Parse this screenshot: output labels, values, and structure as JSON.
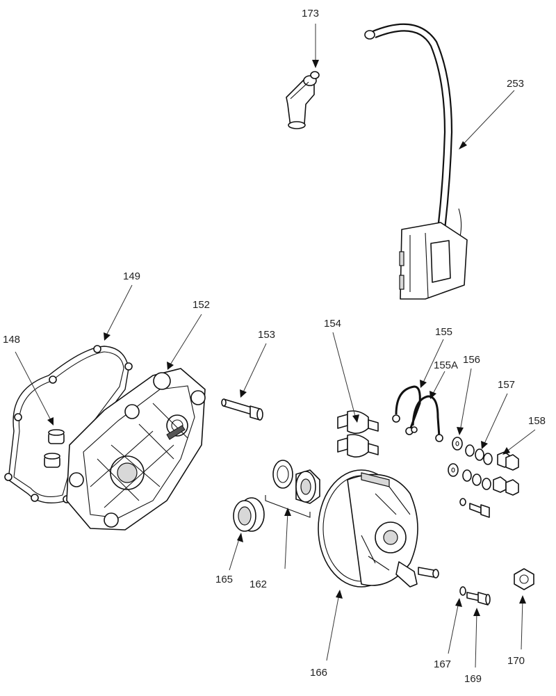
{
  "callouts": {
    "c148": "148",
    "c149": "149",
    "c152": "152",
    "c153": "153",
    "c154": "154",
    "c155": "155",
    "c155a": "155A",
    "c156": "156",
    "c157": "157",
    "c158": "158",
    "c162": "162",
    "c165": "165",
    "c166": "166",
    "c167": "167",
    "c169": "169",
    "c170": "170",
    "c173": "173",
    "c253": "253"
  }
}
